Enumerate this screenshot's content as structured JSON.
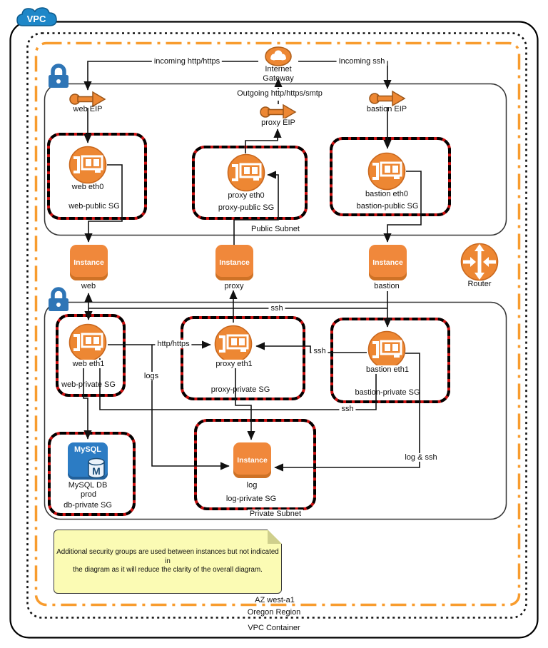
{
  "badge": {
    "vpc": "VPC"
  },
  "regions": {
    "vpc_container": "VPC Container",
    "oregon": "Oregon Region",
    "az": "AZ west-a1",
    "public_subnet": "Public Subnet",
    "private_subnet": "Private Subnet"
  },
  "gateway": {
    "line1": "Internet",
    "line2": "Gateway"
  },
  "eips": {
    "web": "web EIP",
    "proxy": "proxy EIP",
    "bastion": "bastion EIP"
  },
  "flows": {
    "incoming_http": "incoming http/https",
    "incoming_ssh": "Incoming ssh",
    "outgoing": "Outgoing http/https/smtp",
    "ssh_top": "ssh",
    "http_https": "http/https",
    "ssh_mid": "ssh",
    "logs": "logs",
    "ssh_low": "ssh",
    "log_ssh": "log & ssh"
  },
  "sgs": {
    "web_public": {
      "eth": "web eth0",
      "name": "web-public SG"
    },
    "proxy_public": {
      "eth": "proxy eth0",
      "name": "proxy-public SG"
    },
    "bastion_public": {
      "eth": "bastion eth0",
      "name": "bastion-public SG"
    },
    "web_private": {
      "eth": "web eth1",
      "name": "web-private SG"
    },
    "proxy_private": {
      "eth": "proxy eth1",
      "name": "proxy-private SG"
    },
    "bastion_private": {
      "eth": "bastion eth1",
      "name": "bastion-private SG"
    },
    "db_private": {
      "name": "db-private SG"
    },
    "log_private": {
      "name": "log-private SG"
    }
  },
  "instances": {
    "label": "Instance",
    "web": "web",
    "proxy": "proxy",
    "bastion": "bastion",
    "log": "log"
  },
  "db": {
    "brand": "MySQL",
    "line1": "MySQL DB",
    "line2": "prod",
    "cylinder_letter": "M"
  },
  "router": {
    "label": "Router"
  },
  "note": {
    "line1": "Additional security groups are used between instances but not indicated in",
    "line2": "the diagram as it will reduce the clarity of the overall diagram."
  },
  "colors": {
    "aws_orange": "#ED8733",
    "aws_orange_dark": "#C9671D",
    "instance_orange": "#F0883B",
    "blue": "#2E75B6",
    "vpc_cloud_blue": "#1E87C8",
    "mysql_blue": "#2C7CC4",
    "sg_red": "#CC1111",
    "az_border_orange": "#F89C2E",
    "note_yellow": "#FBFBB4"
  }
}
